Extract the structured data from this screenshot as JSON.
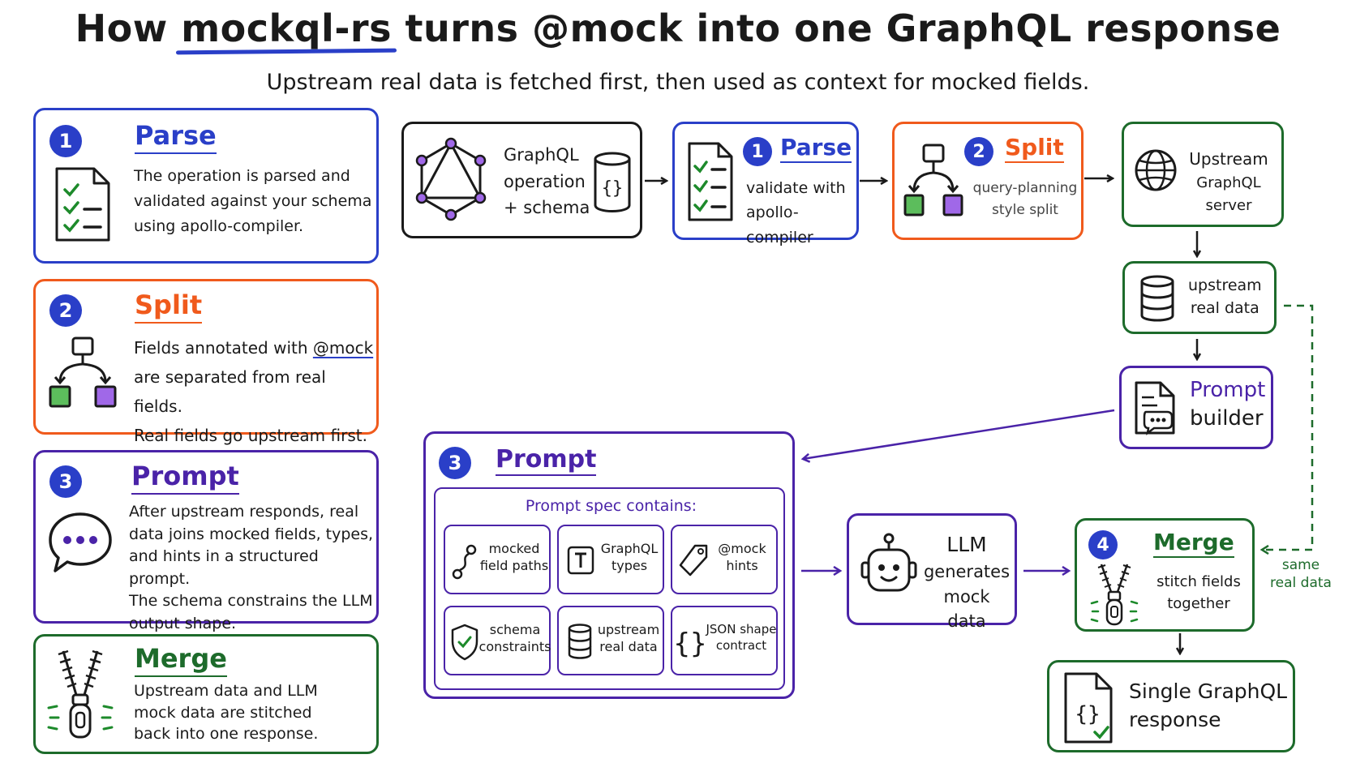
{
  "title": {
    "pre": "How ",
    "highlight": "mockql-rs",
    "post": " turns @mock into one GraphQL response"
  },
  "subtitle": "Upstream real data is fetched first, then used as context for mocked fields.",
  "legend": {
    "parse": {
      "num": "1",
      "title": "Parse",
      "lines": [
        "The operation is parsed and",
        "validated against your schema",
        "using apollo-compiler."
      ]
    },
    "split": {
      "num": "2",
      "title": "Split",
      "line1_pre": "Fields annotated with ",
      "line1_code": "@mock",
      "line2": "are separated from real fields.",
      "line3": "Real fields go upstream first."
    },
    "prompt": {
      "num": "3",
      "title": "Prompt",
      "lines": [
        "After upstream responds, real",
        "data joins mocked fields, types,",
        "and hints in a structured prompt.",
        "The schema constrains the LLM",
        "output shape."
      ]
    },
    "merge": {
      "title": "Merge",
      "lines": [
        "Upstream data and LLM",
        "mock data are stitched",
        "back into one response."
      ]
    }
  },
  "flow": {
    "input": {
      "lines": [
        "GraphQL",
        "operation",
        "+ schema"
      ]
    },
    "parse": {
      "num": "1",
      "title": "Parse",
      "lines": [
        "validate with",
        "apollo-compiler"
      ]
    },
    "split": {
      "num": "2",
      "title": "Split",
      "lines": [
        "query-planning",
        "style split"
      ]
    },
    "upstream": {
      "lines": [
        "Upstream",
        "GraphQL server"
      ]
    },
    "real_data": {
      "lines": [
        "upstream",
        "real data"
      ]
    },
    "prompt_builder": {
      "lines": [
        "Prompt",
        "builder"
      ]
    },
    "prompt": {
      "num": "3",
      "title": "Prompt",
      "spec_header": "Prompt spec contains:",
      "items": [
        {
          "lines": [
            "mocked",
            "field paths"
          ]
        },
        {
          "lines": [
            "GraphQL",
            "types"
          ]
        },
        {
          "lines": [
            "@mock",
            "hints"
          ]
        },
        {
          "lines": [
            "schema",
            "constraints"
          ]
        },
        {
          "lines": [
            "upstream",
            "real data"
          ]
        },
        {
          "lines": [
            "JSON shape",
            "contract"
          ]
        }
      ]
    },
    "llm": {
      "lines": [
        "LLM",
        "generates",
        "mock data"
      ]
    },
    "merge": {
      "num": "4",
      "title": "Merge",
      "lines": [
        "stitch fields",
        "together"
      ]
    },
    "response": {
      "lines": [
        "Single GraphQL",
        "response"
      ]
    },
    "same_data": {
      "lines": [
        "same",
        "real data"
      ]
    }
  },
  "colors": {
    "blue": "#2a3fc8",
    "orange": "#f05a1c",
    "purple": "#4a23a8",
    "green": "#1d6b2b",
    "ink": "#1a1a1a",
    "square_green": "#5cbd5c",
    "square_purple": "#a068e8"
  }
}
